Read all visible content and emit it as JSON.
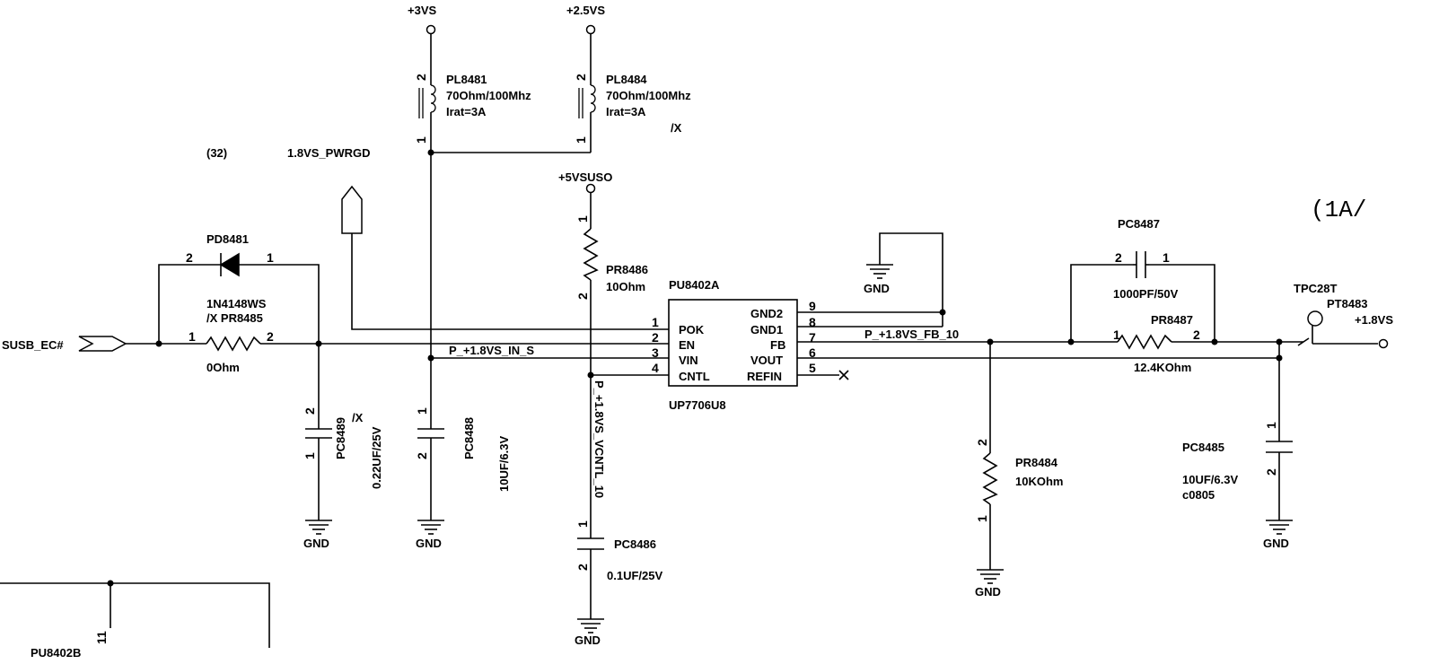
{
  "rails": {
    "v3": "+3VS",
    "v25": "+2.5VS",
    "v5sus": "+5VSUSO",
    "v18": "+1.8VS"
  },
  "labels": {
    "ref32": "(32)",
    "pwrgd": "1.8VS_PWRGD",
    "susb": "SUSB_EC#",
    "partial": "(1A/",
    "x_mark": "/X",
    "x_mark2": "/X",
    "gnd": "GND"
  },
  "nets": {
    "in_s": "P_+1.8VS_IN_S",
    "fb_10": "P_+1.8VS_FB_10",
    "vcntl_10": "P_+1.8VS_VCNTL_10"
  },
  "ic": {
    "ref": "PU8402A",
    "part": "UP7706U8",
    "pins_left": [
      {
        "num": "1",
        "name": "POK"
      },
      {
        "num": "2",
        "name": "EN"
      },
      {
        "num": "3",
        "name": "VIN"
      },
      {
        "num": "4",
        "name": "CNTL"
      }
    ],
    "pins_right": [
      {
        "num": "9",
        "name": "GND2"
      },
      {
        "num": "8",
        "name": "GND1"
      },
      {
        "num": "7",
        "name": "FB"
      },
      {
        "num": "6",
        "name": "VOUT"
      },
      {
        "num": "5",
        "name": "REFIN"
      }
    ]
  },
  "components": {
    "pl8481": {
      "ref": "PL8481",
      "value": "70Ohm/100Mhz",
      "note": "Irat=3A",
      "pin_top": "2",
      "pin_bottom": "1"
    },
    "pl8484": {
      "ref": "PL8484",
      "value": "70Ohm/100Mhz",
      "note": "Irat=3A",
      "pin_top": "2",
      "pin_bottom": "1"
    },
    "pd8481": {
      "ref": "PD8481",
      "part": "1N4148WS",
      "pin_left": "2",
      "pin_right": "1"
    },
    "pr8485": {
      "ref": "/X PR8485",
      "value": "0Ohm",
      "pin_left": "1",
      "pin_right": "2"
    },
    "pr8486": {
      "ref": "PR8486",
      "value": "10Ohm",
      "pin_top": "1",
      "pin_bottom": "2"
    },
    "pc8489": {
      "ref": "PC8489",
      "value": "0.22UF/25V",
      "pin_top": "2",
      "pin_bottom": "1"
    },
    "pc8488": {
      "ref": "PC8488",
      "value": "10UF/6.3V",
      "pin_top": "1",
      "pin_bottom": "2"
    },
    "pc8486": {
      "ref": "PC8486",
      "value": "0.1UF/25V",
      "pin_top": "1",
      "pin_bottom": "2"
    },
    "pc8487": {
      "ref": "PC8487",
      "value": "1000PF/50V",
      "pin_left": "2",
      "pin_right": "1"
    },
    "pr8487": {
      "ref": "PR8487",
      "value": "12.4KOhm",
      "pin_left": "1",
      "pin_right": "2"
    },
    "pr8484": {
      "ref": "PR8484",
      "value": "10KOhm",
      "pin_top": "2",
      "pin_bottom": "1"
    },
    "pc8485": {
      "ref": "PC8485",
      "value": "10UF/6.3V",
      "package": "c0805",
      "pin_top": "1",
      "pin_bottom": "2"
    },
    "tp": {
      "ref": "TPC28T",
      "ref2": "PT8483"
    },
    "bottom_frag": {
      "ref": "PU8402B",
      "pin": "11"
    }
  }
}
